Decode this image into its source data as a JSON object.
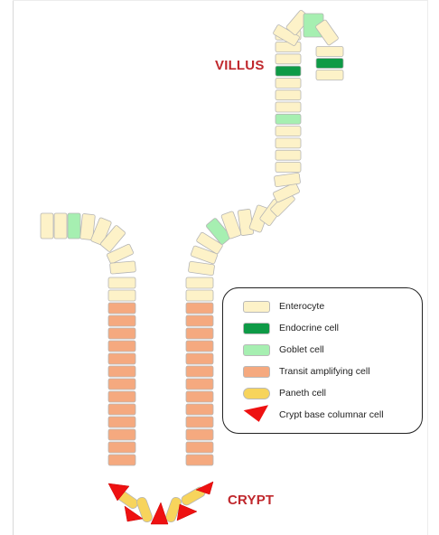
{
  "labels": {
    "villus": "VILLUS",
    "crypt": "CRYPT"
  },
  "legend": {
    "items": [
      {
        "type": "enterocyte",
        "label": "Enterocyte",
        "color": "#fdf2c8"
      },
      {
        "type": "endocrine",
        "label": "Endocrine cell",
        "color": "#0e9a46"
      },
      {
        "type": "goblet",
        "label": "Goblet cell",
        "color": "#a6efb1"
      },
      {
        "type": "transit",
        "label": "Transit amplifying cell",
        "color": "#f5a97f"
      },
      {
        "type": "paneth",
        "label": "Paneth cell",
        "color": "#f7d45c"
      },
      {
        "type": "cbc",
        "label": "Crypt base columnar cell",
        "color": "#ee1111"
      }
    ]
  },
  "colors": {
    "enterocyte": "#fdf2c8",
    "endocrine": "#0e9a46",
    "goblet": "#a6efb1",
    "transit": "#f5a97f",
    "paneth": "#f7d45c",
    "cbc": "#ee1111",
    "cell_border": "#b5b5b5",
    "region_label": "#c0282d"
  }
}
